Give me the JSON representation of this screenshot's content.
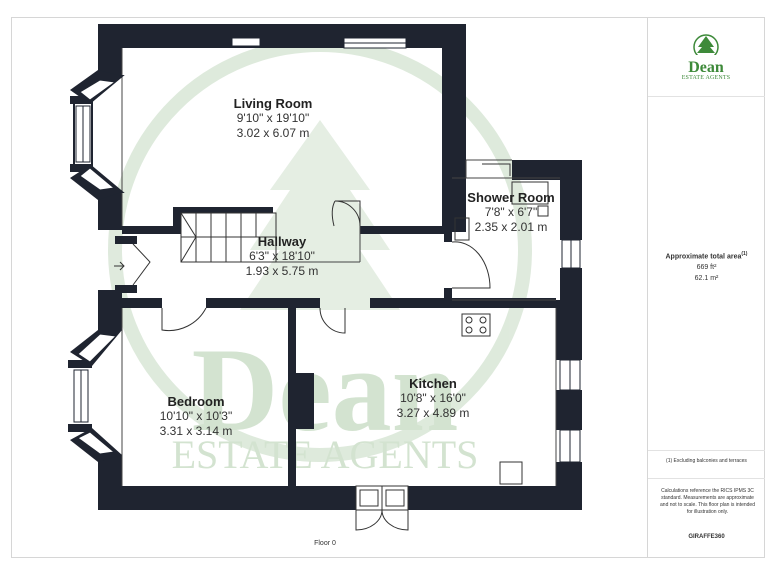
{
  "rooms": {
    "living": {
      "name": "Living Room",
      "imperial": "9'10\" x 19'10\"",
      "metric": "3.02 x 6.07 m"
    },
    "shower": {
      "name": "Shower Room",
      "imperial": "7'8\" x 6'7\"",
      "metric": "2.35 x 2.01 m"
    },
    "hallway": {
      "name": "Hallway",
      "imperial": "6'3\" x 18'10\"",
      "metric": "1.93 x 5.75 m"
    },
    "bedroom": {
      "name": "Bedroom",
      "imperial": "10'10\" x 10'3\"",
      "metric": "3.31 x 3.14 m"
    },
    "kitchen": {
      "name": "Kitchen",
      "imperial": "10'8\" x 16'0\"",
      "metric": "3.27 x 4.89 m"
    }
  },
  "floor_label": "Floor 0",
  "watermark": {
    "word": "Dean",
    "sub": "ESTATE AGENTS"
  },
  "logo": {
    "word": "Dean",
    "sub": "ESTATE AGENTS"
  },
  "sidebar": {
    "area_title": "Approximate total area",
    "area_note_mark": "(1)",
    "area_sqft": "669 ft²",
    "area_sqm": "62.1 m²",
    "excluding_note": "(1) Excluding balconies and terraces",
    "disclaimer": "Calculations reference the RICS IPMS 3C standard. Measurements are approximate and not to scale. This floor plan is intended for illustration only.",
    "brand": "GIRAFFE360"
  },
  "colors": {
    "wall": "#1f2430",
    "watermark": "#c9dcc7",
    "logo_green": "#3e8a3a"
  }
}
